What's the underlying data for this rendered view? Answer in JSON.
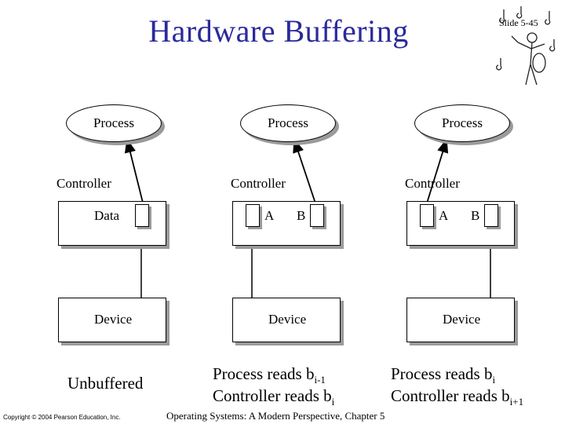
{
  "slide": {
    "title": "Hardware Buffering",
    "number": "Slide 5-45",
    "footer_left": "Copyright © 2004 Pearson Education, Inc.",
    "footer_center": "Operating Systems: A Modern Perspective, Chapter 5"
  },
  "columns": [
    {
      "process": "Process",
      "controller": "Controller",
      "buffers": [
        "Data"
      ],
      "device": "Device",
      "caption": [
        "Unbuffered"
      ]
    },
    {
      "process": "Process",
      "controller": "Controller",
      "buffers": [
        "A",
        "B"
      ],
      "device": "Device",
      "caption_line1": {
        "text": "Process reads b",
        "sub": "i-1"
      },
      "caption_line2": {
        "text": "Controller reads b",
        "sub": "i"
      }
    },
    {
      "process": "Process",
      "controller": "Controller",
      "buffers": [
        "A",
        "B"
      ],
      "device": "Device",
      "caption_line1": {
        "text": "Process reads b",
        "sub": "i"
      },
      "caption_line2": {
        "text": "Controller reads b",
        "sub": "i+1"
      }
    }
  ]
}
